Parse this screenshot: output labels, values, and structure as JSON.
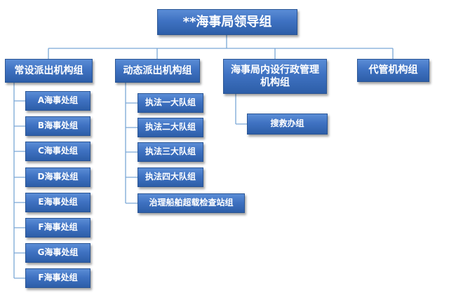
{
  "root": {
    "label": "**海事局领导组"
  },
  "categories": [
    {
      "label": "常设派出机构组",
      "children": [
        "A海事处组",
        "B海事处组",
        "C海事处组",
        "D海事处组",
        "E海事处组",
        "F海事处组",
        "G海事处组",
        "F海事处组"
      ]
    },
    {
      "label": "动态派出机构组",
      "children": [
        "执法一大队组",
        "执法二大队组",
        "执法三大队组",
        "执法四大队组",
        "治理船舶超载检查站组"
      ]
    },
    {
      "label": "海事局内设行政管理机构组",
      "children": [
        "搜救办组"
      ]
    },
    {
      "label": "代管机构组",
      "children": []
    }
  ],
  "colors": {
    "box": "#3f72c2",
    "connector": "#7aa7d6"
  }
}
